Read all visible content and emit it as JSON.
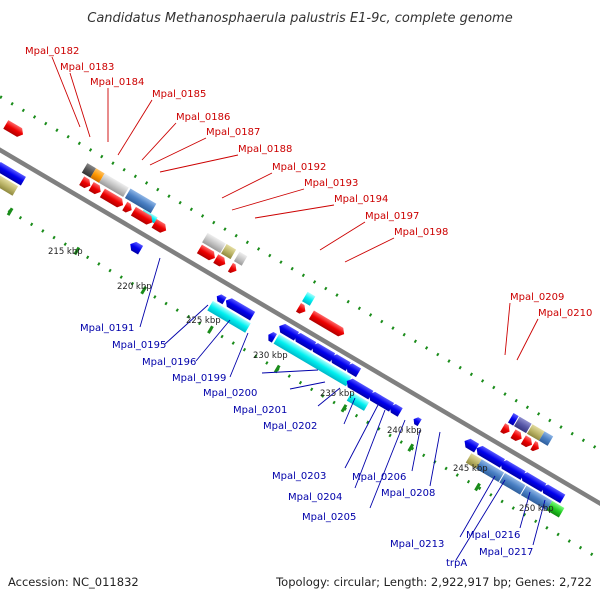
{
  "header": {
    "title": "Candidatus Methanosphaerula palustris E1-9c, complete genome"
  },
  "footer": {
    "accession": "Accession: NC_011832",
    "topology": "Topology: circular; Length: 2,922,917 bp; Genes: 2,722"
  },
  "axis": {
    "kbp_labels": [
      "215 kbp",
      "220 kbp",
      "225 kbp",
      "230 kbp",
      "235 kbp",
      "240 kbp",
      "245 kbp",
      "250 kbp"
    ]
  },
  "forward_genes": [
    "Mpal_0182",
    "Mpal_0183",
    "Mpal_0184",
    "Mpal_0185",
    "Mpal_0186",
    "Mpal_0187",
    "Mpal_0188",
    "Mpal_0192",
    "Mpal_0193",
    "Mpal_0194",
    "Mpal_0197",
    "Mpal_0198",
    "Mpal_0209",
    "Mpal_0210"
  ],
  "reverse_genes": [
    "Mpal_0191",
    "Mpal_0195",
    "Mpal_0196",
    "Mpal_0199",
    "Mpal_0200",
    "Mpal_0201",
    "Mpal_0202",
    "Mpal_0203",
    "Mpal_0204",
    "Mpal_0205",
    "Mpal_0206",
    "Mpal_0208",
    "Mpal_0213",
    "trpA",
    "Mpal_0216",
    "Mpal_0217"
  ],
  "colors": {
    "forward_cds": "#ff0000",
    "reverse_cds": "#0000ff",
    "backbone": "#808080",
    "dotted_track": "#1a8c1a",
    "cyan_feature": "#00ffff",
    "steelblue_feature": "#4f86c6",
    "gray_feature": "#c8c8c8",
    "khaki_feature": "#bdb76b",
    "orange_feature": "#ff9900",
    "green_feature": "#22cc22"
  }
}
